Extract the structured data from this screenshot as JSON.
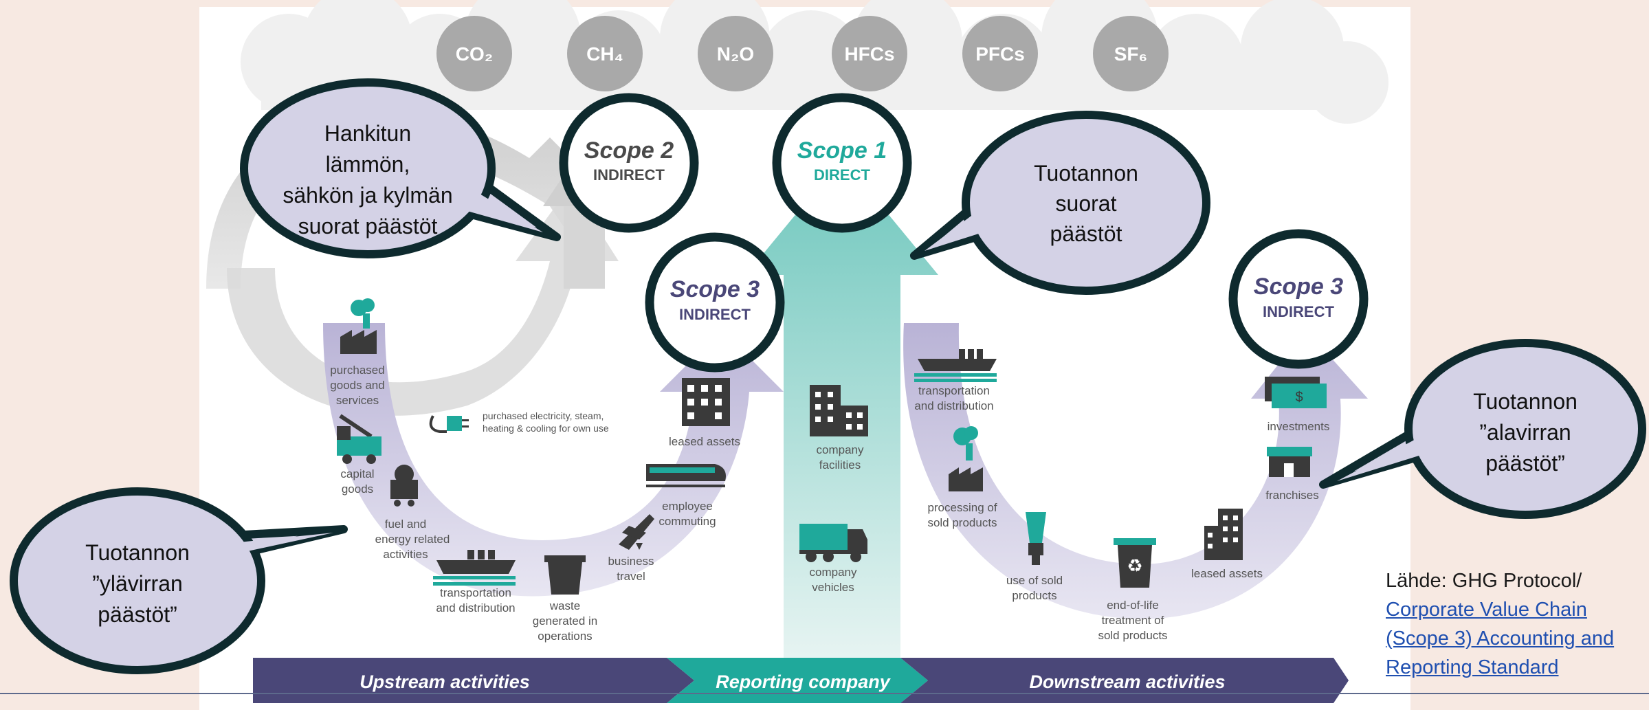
{
  "gases": [
    "CO₂",
    "CH₄",
    "N₂O",
    "HFCs",
    "PFCs",
    "SF₆"
  ],
  "scopes": {
    "scope2": {
      "title": "Scope 2",
      "sub": "INDIRECT"
    },
    "scope1": {
      "title": "Scope 1",
      "sub": "DIRECT"
    },
    "scope3_up": {
      "title": "Scope 3",
      "sub": "INDIRECT"
    },
    "scope3_down": {
      "title": "Scope 3",
      "sub": "INDIRECT"
    }
  },
  "callouts": {
    "scope2": [
      "Hankitun",
      "lämmön,",
      "sähkön ja kylmän",
      "suorat päästöt"
    ],
    "scope1": [
      "Tuotannon",
      "suorat",
      "päästöt"
    ],
    "upstream": [
      "Tuotannon",
      "”ylävirran",
      "päästöt”"
    ],
    "downstream": [
      "Tuotannon",
      "”alavirran",
      "päästöt”"
    ]
  },
  "upstream_items": {
    "purchased_goods": [
      "purchased",
      "goods and",
      "services"
    ],
    "capital_goods": [
      "capital",
      "goods"
    ],
    "fuel_energy": [
      "fuel and",
      "energy related",
      "activities"
    ],
    "transport": [
      "transportation",
      "and distribution"
    ],
    "waste": [
      "waste",
      "generated in",
      "operations"
    ],
    "business_travel": [
      "business",
      "travel"
    ],
    "employee_commuting": [
      "employee",
      "commuting"
    ],
    "leased_assets": [
      "leased assets"
    ],
    "purchased_electricity": [
      "purchased electricity, steam,",
      "heating & cooling for own use"
    ]
  },
  "company_items": {
    "facilities": [
      "company",
      "facilities"
    ],
    "vehicles": [
      "company",
      "vehicles"
    ]
  },
  "downstream_items": {
    "transport": [
      "transportation",
      "and distribution"
    ],
    "processing": [
      "processing of",
      "sold products"
    ],
    "use": [
      "use of sold",
      "products"
    ],
    "end_of_life": [
      "end-of-life",
      "treatment of",
      "sold products"
    ],
    "leased_assets": [
      "leased assets"
    ],
    "franchises": [
      "franchises"
    ],
    "investments": [
      "investments"
    ]
  },
  "bottom_bar": {
    "upstream": "Upstream activities",
    "reporting": "Reporting company",
    "downstream": "Downstream activities"
  },
  "source": {
    "prefix": "Lähde: GHG Protocol/",
    "link_lines": [
      "Corporate Value Chain",
      "(Scope 3) Accounting and",
      "Reporting Standard"
    ]
  },
  "colors": {
    "background": "#f7e9e2",
    "gas_circle": "#a9a9a9",
    "teal": "#1fa99b",
    "navy": "#4a4778",
    "callout_fill": "#d4d2e6",
    "callout_border": "#0e2a2e",
    "gray_arrow": "#d3d3d3",
    "lavender_arrow": "#c3bedb"
  }
}
